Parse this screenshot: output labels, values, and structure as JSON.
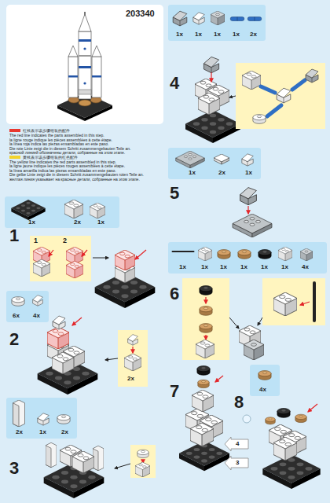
{
  "diagram": {
    "nodes": [
      {
        "text": [
          "203340"
        ]
      },
      {
        "text": [
          "1x",
          "2x",
          "1x"
        ]
      },
      {
        "text": [
          "1",
          "2"
        ]
      },
      {
        "text": [
          "6x",
          "4x"
        ]
      },
      {
        "text": [
          "2x"
        ]
      },
      {
        "text": [
          "2x",
          "1x",
          "2x"
        ]
      },
      {
        "text": [
          "1x",
          "1x",
          "1x",
          "1x",
          "2x"
        ]
      },
      {
        "text": [
          "1x",
          "2x",
          "1x"
        ]
      },
      {
        "text": [
          "1x",
          "1x",
          "1x",
          "1x",
          "1x",
          "1x",
          "4x"
        ]
      },
      {
        "text": [
          "4x"
        ]
      }
    ],
    "labels": [
      "The red line indicates the parts assembled in this step.",
      "la ligne rouge indique les pièces assemblées à cette étape.",
      "la línea roja indica las piezas ensambladas en este paso.",
      "Die rote Linie zeigt die in diesem Schritt zusammengebauten Teile an.",
      "красной линией обозначены детали, собранные на этом этапе.",
      "The yellow line indicates the red parts assembled in this step.",
      "la ligne jaune indique les pièces rouges assemblées à cette étape.",
      "la línea amarilla indica las piezas ensambladas en este paso.",
      "Die gelbe Linie zeigt die in diesem Schritt zusammengebauten roten Teile an.",
      "желтая линия указывает на красные детали, собранные на этом этапе.",
      "1",
      "2",
      "3",
      "4",
      "5",
      "6",
      "7",
      "8",
      "4",
      "3"
    ],
    "legend": [
      {
        "text": "红线表示该步骤组装的配件",
        "color": "#e8382f"
      },
      {
        "text": "黄线表示该步骤组装的红色配件",
        "color": "#f2d32c"
      }
    ]
  }
}
